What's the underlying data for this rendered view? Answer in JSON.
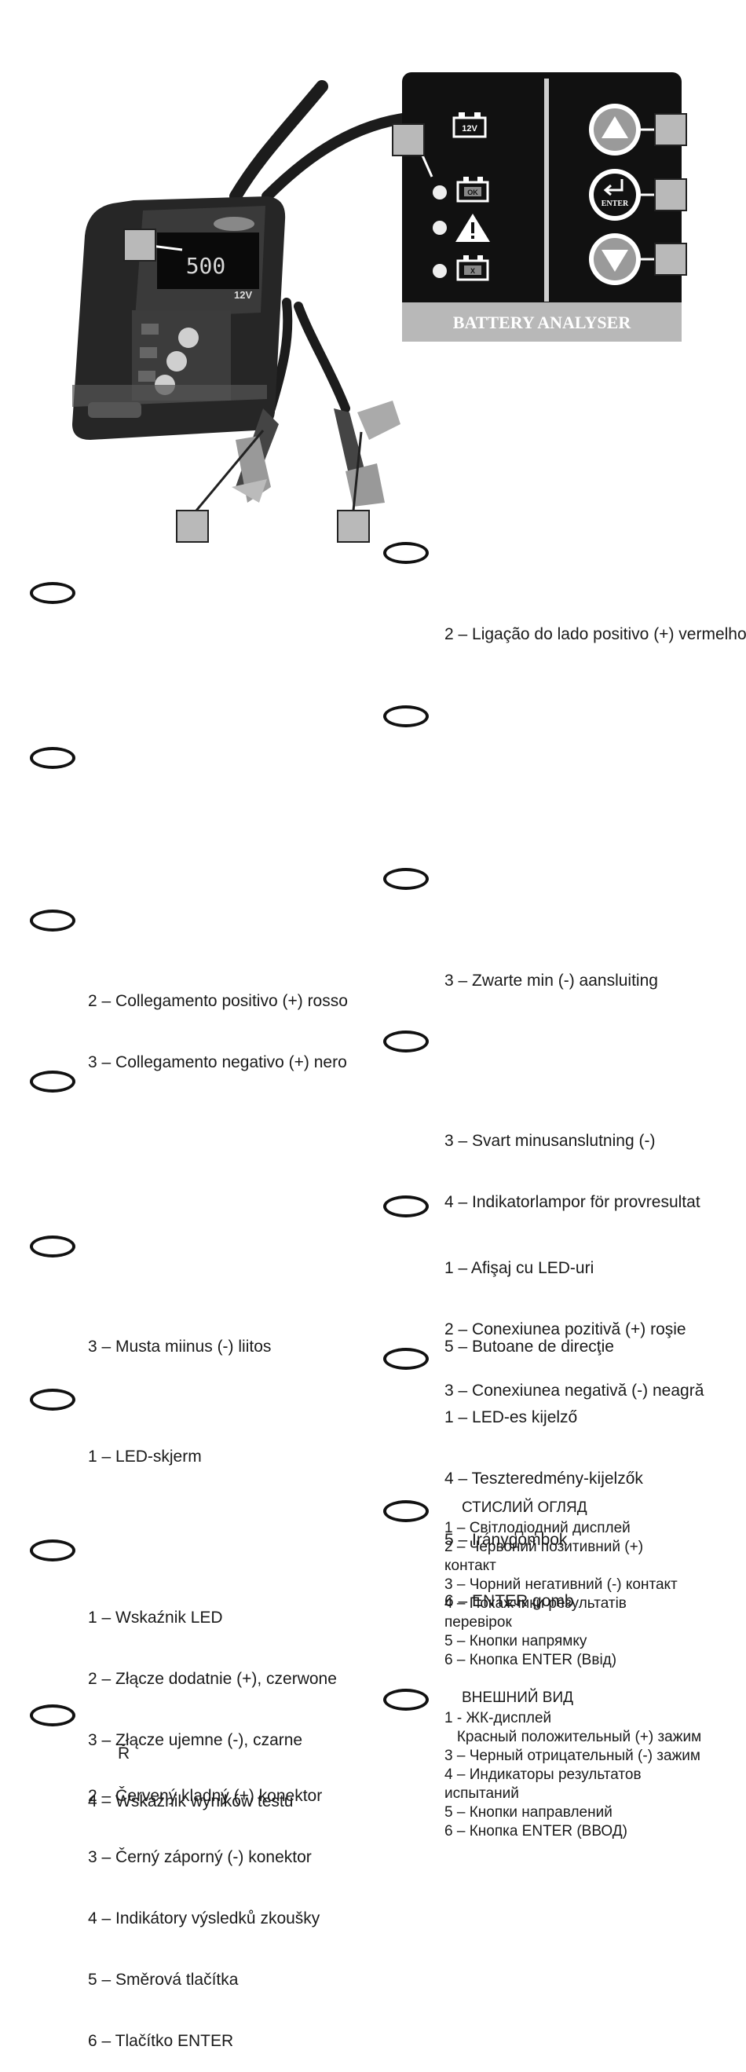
{
  "figure": {
    "device_display": "500",
    "device_voltage": "12V",
    "panel_voltage": "12V",
    "panel_ok": "OK",
    "panel_bad": "X",
    "enter_label": "ENTER",
    "panel_caption": "BATTERY ANALYSER"
  },
  "left": [
    {
      "lines": []
    },
    {
      "lines": []
    },
    {
      "lines": [
        "2 – Collegamento positivo (+) rosso",
        "3 – Collegamento negativo (+) nero"
      ]
    },
    {
      "lines": []
    },
    {
      "lines": []
    },
    {
      "lines": [
        "3 – Musta miinus (-) liitos"
      ]
    },
    {
      "lines": [
        "1 – LED-skjerm"
      ]
    },
    {
      "lines": [
        "1 – Wskaźnik LED",
        "2 – Złącze dodatnie (+), czerwone",
        "3 – Złącze ujemne (-), czarne",
        "4 – Wskaźnik wyników testu"
      ]
    },
    {
      "heading": "Ř",
      "lines": [
        "2 – Červený kladný (+) konektor",
        "3 – Černý záporný (-) konektor",
        "4 – Indikátory výsledků zkoušky",
        "5 – Směrová tlačítka",
        "6 – Tlačítko ENTER"
      ]
    }
  ],
  "right": [
    {
      "lines": [
        "2 – Ligação do lado positivo (+) vermelho"
      ]
    },
    {
      "lines": []
    },
    {
      "lines": [
        "3 – Zwarte min (-) aansluiting"
      ]
    },
    {
      "lines": [
        "3 – Svart minusanslutning (-)",
        "4 – Indikatorlampor för provresultat"
      ]
    },
    {
      "lines": [
        "1 – Afişaj cu LED-uri",
        "2 – Conexiunea pozitivă (+) roşie",
        "3 – Conexiunea negativă (-) neagră"
      ],
      "extra": "5 – Butoane de direcţie"
    },
    {
      "lines": [
        "1 – LED-es kijelző"
      ],
      "extra_lines": [
        "4 – Teszteredmény-kijelzők",
        "5 – Iránygombok",
        "6 – ENTER gomb"
      ]
    },
    {
      "heading": "СТИСЛИЙ ОГЛЯД",
      "lines": [
        "1 – Світлодіодний дисплей",
        "2 – Червоний позитивний (+)",
        "контакт",
        "3 – Чорний негативний (-) контакт",
        "4 – Покажчики результатів",
        "перевірок",
        "5 – Кнопки напрямку",
        "6 – Кнопка ENTER (Ввід)"
      ]
    },
    {
      "heading": "ВНЕШНИЙ ВИД",
      "lines": [
        "1 - ЖК-дисплей",
        "   Красный положительный (+) зажим",
        "3 – Черный отрицательный (-) зажим",
        "4 – Индикаторы результатов",
        "испытаний",
        "5 – Кнопки направлений",
        "6 – Кнопка ENTER (ВВОД)"
      ]
    }
  ]
}
